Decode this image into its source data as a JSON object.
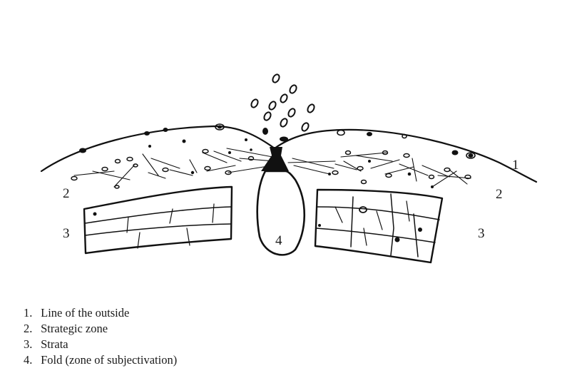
{
  "diagram": {
    "labels": {
      "line_right": "1",
      "zone_left": "2",
      "zone_right": "2",
      "strata_left": "3",
      "strata_right": "3",
      "fold": "4"
    }
  },
  "legend": [
    {
      "number": "1.",
      "text": "Line of the outside"
    },
    {
      "number": "2.",
      "text": "Strategic zone"
    },
    {
      "number": "3.",
      "text": "Strata"
    },
    {
      "number": "4.",
      "text": "Fold (zone of subjectivation)"
    }
  ]
}
